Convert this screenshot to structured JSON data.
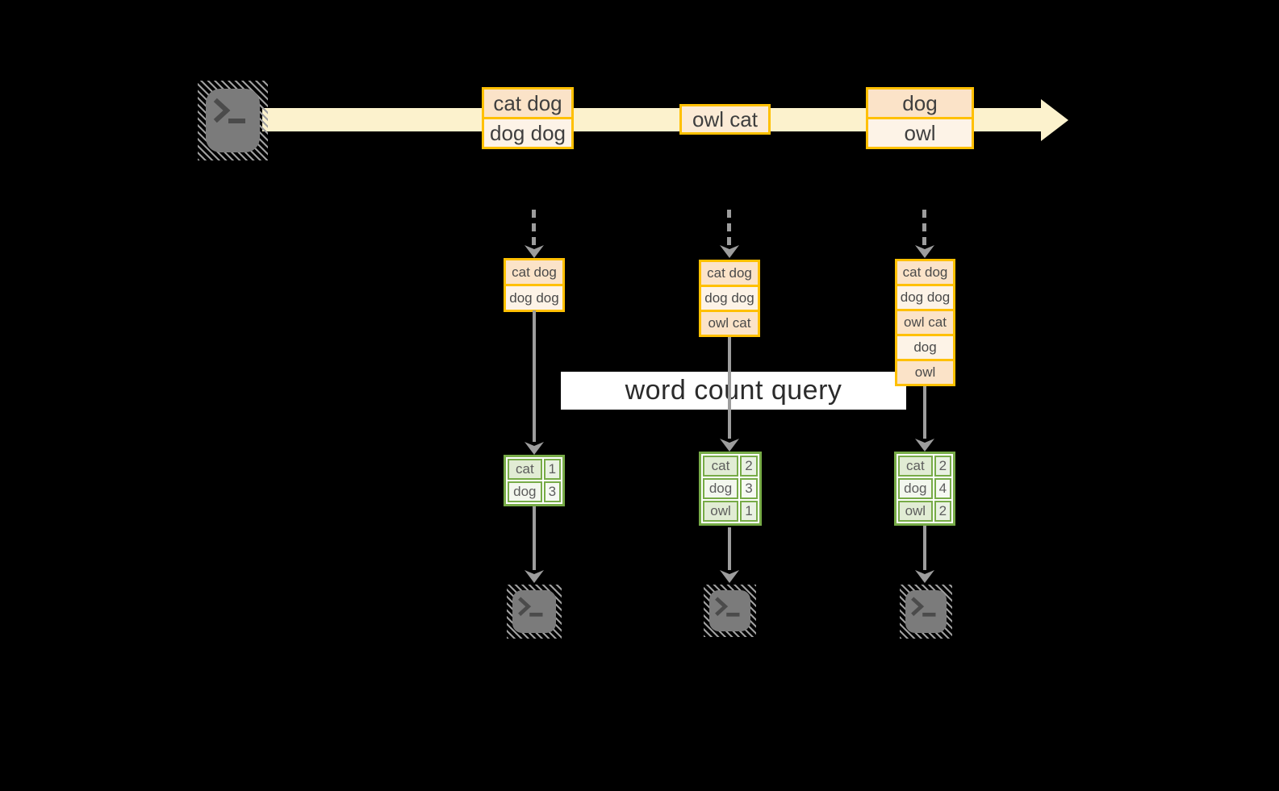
{
  "query_label": "word count query",
  "stream": {
    "events": [
      {
        "rows": [
          "cat dog",
          "dog dog"
        ]
      },
      {
        "rows": [
          "owl cat"
        ]
      },
      {
        "rows": [
          "dog",
          "owl"
        ]
      }
    ]
  },
  "columns": [
    {
      "state": [
        "cat dog",
        "dog dog"
      ],
      "counts": [
        {
          "word": "cat",
          "count": "1"
        },
        {
          "word": "dog",
          "count": "3"
        }
      ]
    },
    {
      "state": [
        "cat dog",
        "dog dog",
        "owl cat"
      ],
      "counts": [
        {
          "word": "cat",
          "count": "2"
        },
        {
          "word": "dog",
          "count": "3"
        },
        {
          "word": "owl",
          "count": "1"
        }
      ]
    },
    {
      "state": [
        "cat dog",
        "dog dog",
        "owl cat",
        "dog",
        "owl"
      ],
      "counts": [
        {
          "word": "cat",
          "count": "2"
        },
        {
          "word": "dog",
          "count": "4"
        },
        {
          "word": "owl",
          "count": "2"
        }
      ]
    }
  ],
  "icons": {
    "source": "terminal-prompt-icon",
    "sinks": [
      "terminal-prompt-icon",
      "terminal-prompt-icon",
      "terminal-prompt-icon"
    ]
  },
  "colors": {
    "background": "#000000",
    "band": "#fcf2cd",
    "orange": "#ffc000",
    "peach": "#fbe3c8",
    "cream": "#fdf3e7",
    "peachmid": "#fcebd6",
    "green": "#77ab47",
    "green-aw": "#e1ecd4",
    "green-an": "#e9f1e2",
    "green-bw": "#f3f7ee",
    "green-bn": "#f6f9f2",
    "gray": "#9d9d9d",
    "ink": "#3f3f3f",
    "ink2": "#4a4a4a",
    "ink3": "#5d5d5d",
    "term": "#7b7b7b",
    "termink": "#4b4b4b",
    "hatch": "#9f9f9f",
    "bannerbg": "#ffffff",
    "bannerink": "#2b2b2b"
  }
}
